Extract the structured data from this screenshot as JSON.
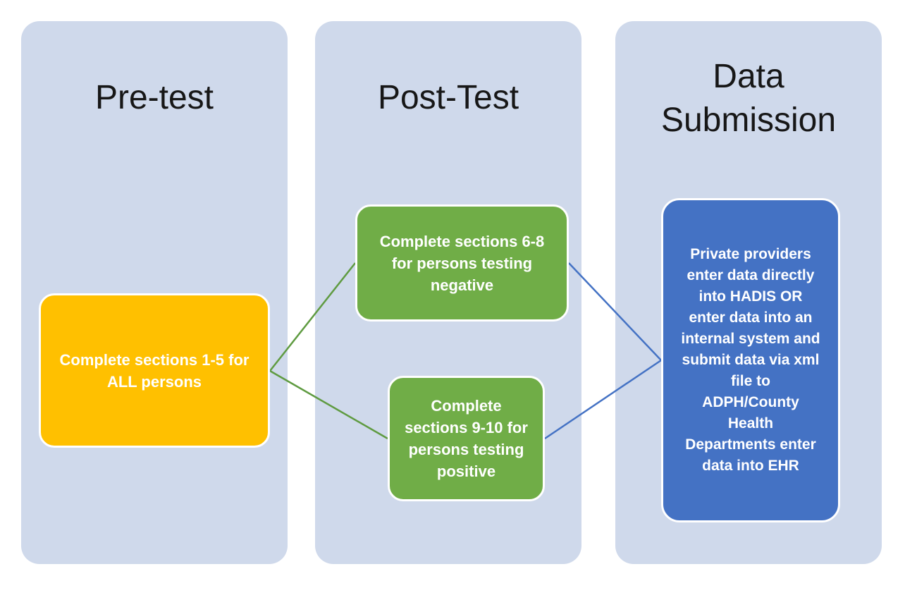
{
  "diagram": {
    "columns": [
      {
        "id": "pretest",
        "title": "Pre-test"
      },
      {
        "id": "posttest",
        "title": "Post-Test"
      },
      {
        "id": "datasub",
        "title": "Data\nSubmission"
      }
    ],
    "boxes": {
      "pretest": {
        "label": "Complete sections 1-5 for\nALL persons"
      },
      "negative": {
        "label": "Complete sections 6-8\nfor persons testing\nnegative"
      },
      "positive": {
        "label": "Complete\nsections 9-10 for\npersons testing\npositive"
      },
      "datasub": {
        "label": "Private providers\nenter data directly\ninto HADIS OR\nenter data into an\ninternal system and\nsubmit data via xml\nfile to\nADPH/County\nHealth\nDepartments enter\ndata into EHR"
      }
    },
    "colors": {
      "lane_bg": "#cfd9eb",
      "pretest_box": "#ffc000",
      "posttest_box": "#70ad47",
      "datasub_box": "#4472c4",
      "connector_green": "#5f9b41",
      "connector_blue": "#4472c4",
      "box_text": "#ffffff",
      "title_text": "#171717"
    }
  }
}
